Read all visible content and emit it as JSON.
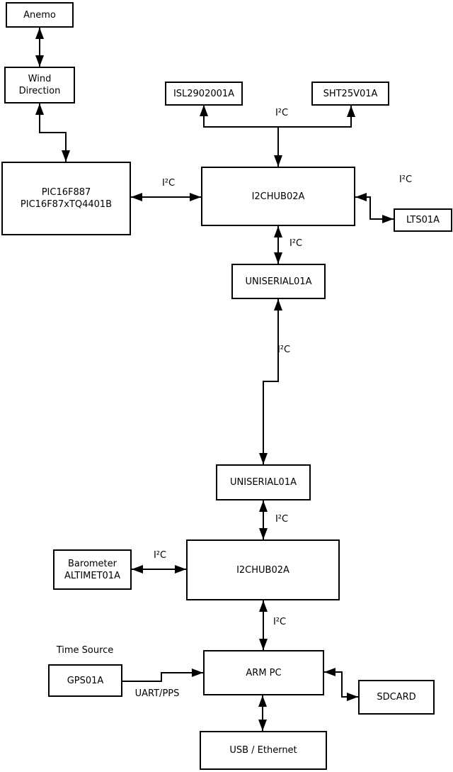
{
  "colors": {
    "background": "#ffffff",
    "stroke": "#000000",
    "text": "#000000"
  },
  "boxes": {
    "anemo": "Anemo",
    "wind_direction": [
      "Wind",
      "Direction"
    ],
    "pic": [
      "PIC16F887",
      "PIC16F87xTQ4401B"
    ],
    "isl": "ISL2902001A",
    "sht": "SHT25V01A",
    "i2chub_1": "I2CHUB02A",
    "lts": "LTS01A",
    "uniserial_1": "UNISERIAL01A",
    "uniserial_2": "UNISERIAL01A",
    "barometer": [
      "Barometer",
      "ALTIMET01A"
    ],
    "i2chub_2": "I2CHUB02A",
    "gps": "GPS01A",
    "armpc": "ARM PC",
    "sdcard": "SDCARD",
    "usb_ethernet": "USB / Ethernet"
  },
  "labels": {
    "i2c": "I²C",
    "time_source": "Time Source",
    "uart_pps": "UART/PPS"
  }
}
